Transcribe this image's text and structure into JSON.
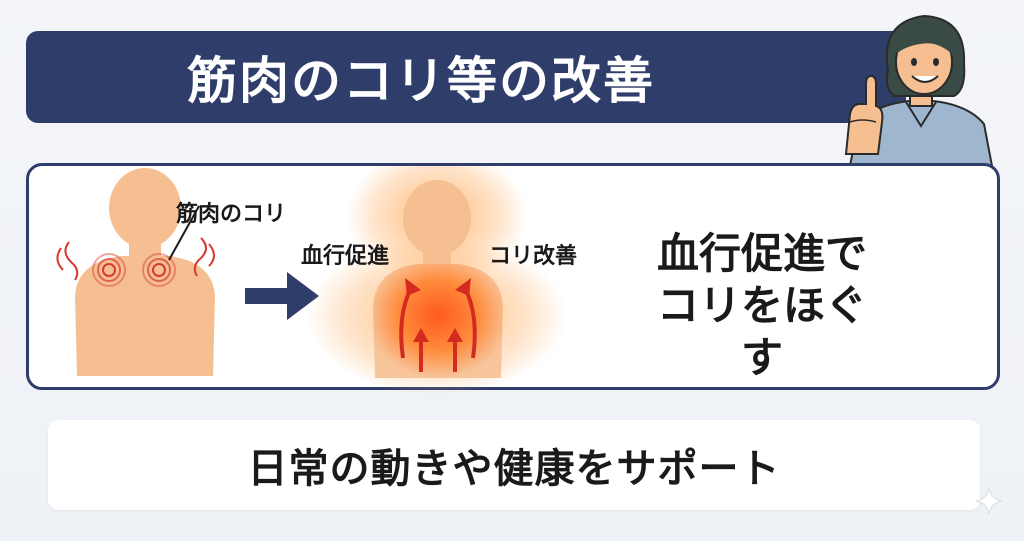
{
  "title": "筋肉のコリ等の改善",
  "labels": {
    "stiffness": "筋肉のコリ",
    "blood_flow": "血行促進",
    "relief": "コリ改善"
  },
  "message": {
    "line1": "血行促進で",
    "line2": "コリをほぐす"
  },
  "bottom_text": "日常の動きや健康をサポート",
  "icons": [
    "woman-pointing-icon",
    "arrow-right-icon",
    "sparkle-icon"
  ],
  "colors": {
    "navy": "#2f3d6a",
    "skin": "#f6bf92",
    "warm_glow": "#ff7a2a",
    "stiffness_red": "#d43b2f"
  }
}
